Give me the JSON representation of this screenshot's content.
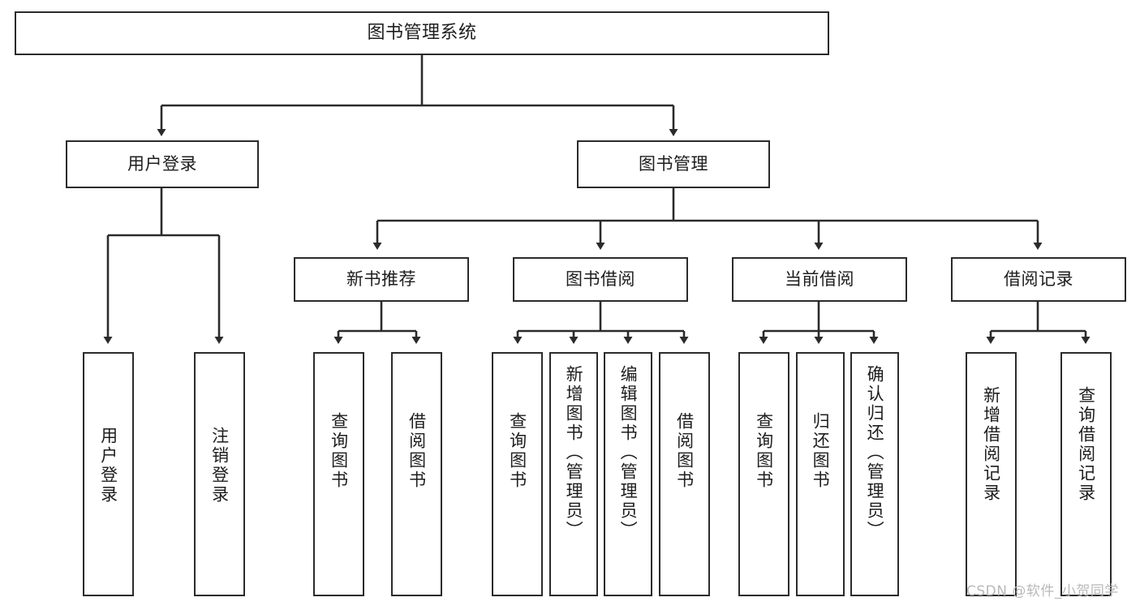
{
  "diagram": {
    "title": "图书管理系统",
    "type": "tree",
    "watermark": "CSDN @软件_小贺同学",
    "line_color": "#2b2b2b",
    "box_fill": "#ffffff",
    "text_color": "#1d1d1d",
    "levels": [
      {
        "level": 0,
        "nodes": [
          {
            "id": "root",
            "label": "图书管理系统",
            "orientation": "horizontal"
          }
        ]
      },
      {
        "level": 1,
        "nodes": [
          {
            "id": "login",
            "label": "用户登录",
            "orientation": "horizontal",
            "parent": "root"
          },
          {
            "id": "bookmgmt",
            "label": "图书管理",
            "orientation": "horizontal",
            "parent": "root"
          }
        ]
      },
      {
        "level": 2,
        "nodes": [
          {
            "id": "newbook",
            "label": "新书推荐",
            "orientation": "horizontal",
            "parent": "bookmgmt"
          },
          {
            "id": "borrow",
            "label": "图书借阅",
            "orientation": "horizontal",
            "parent": "bookmgmt"
          },
          {
            "id": "current",
            "label": "当前借阅",
            "orientation": "horizontal",
            "parent": "bookmgmt"
          },
          {
            "id": "records",
            "label": "借阅记录",
            "orientation": "horizontal",
            "parent": "bookmgmt"
          }
        ]
      },
      {
        "level": 3,
        "nodes": [
          {
            "id": "leaf1",
            "label": "用户登录",
            "orientation": "vertical",
            "parent": "login"
          },
          {
            "id": "leaf2",
            "label": "注销登录",
            "orientation": "vertical",
            "parent": "login"
          },
          {
            "id": "leaf3",
            "label": "查询图书",
            "orientation": "vertical",
            "parent": "newbook"
          },
          {
            "id": "leaf4",
            "label": "借阅图书",
            "orientation": "vertical",
            "parent": "newbook"
          },
          {
            "id": "leaf5",
            "label": "查询图书",
            "orientation": "vertical",
            "parent": "borrow"
          },
          {
            "id": "leaf6",
            "label": "新增图书（管理员）",
            "orientation": "vertical",
            "parent": "borrow"
          },
          {
            "id": "leaf7",
            "label": "编辑图书（管理员）",
            "orientation": "vertical",
            "parent": "borrow"
          },
          {
            "id": "leaf8",
            "label": "借阅图书",
            "orientation": "vertical",
            "parent": "borrow"
          },
          {
            "id": "leaf9",
            "label": "查询图书",
            "orientation": "vertical",
            "parent": "current"
          },
          {
            "id": "leaf10",
            "label": "归还图书",
            "orientation": "vertical",
            "parent": "current"
          },
          {
            "id": "leaf11",
            "label": "确认归还（管理员）",
            "orientation": "vertical",
            "parent": "current"
          },
          {
            "id": "leaf12",
            "label": "新增借阅记录",
            "orientation": "vertical",
            "parent": "records"
          },
          {
            "id": "leaf13",
            "label": "查询借阅记录",
            "orientation": "vertical",
            "parent": "records"
          }
        ]
      }
    ]
  }
}
